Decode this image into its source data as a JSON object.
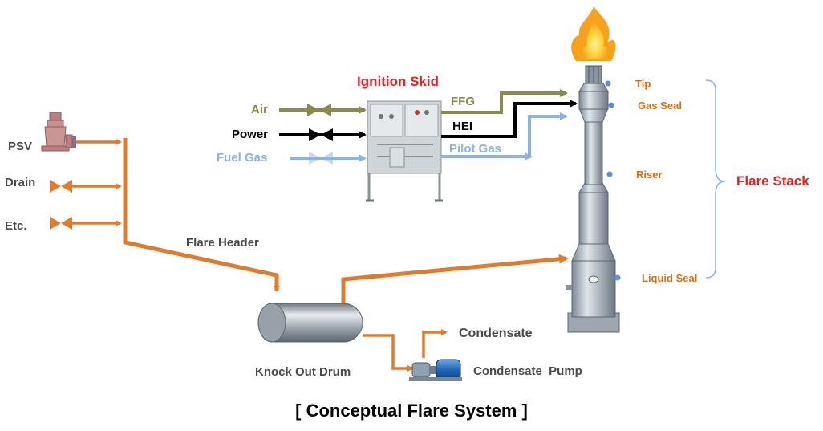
{
  "caption": "[ Conceptual Flare System ]",
  "sources": {
    "psv": "PSV",
    "drain": "Drain",
    "etc": "Etc."
  },
  "flare_header": "Flare Header",
  "knock_out_drum": "Knock Out Drum",
  "condensate": "Condensate",
  "condensate_pump": "Condensate  Pump",
  "ignition_skid": {
    "title": "Ignition Skid",
    "inputs": {
      "air": "Air",
      "power": "Power",
      "fuel_gas": "Fuel Gas"
    },
    "outputs": {
      "ffg": "FFG",
      "hei": "HEI",
      "pilot_gas": "Pilot Gas"
    }
  },
  "flare_stack": {
    "title": "Flare Stack",
    "parts": {
      "tip": "Tip",
      "gas_seal": "Gas Seal",
      "riser": "Riser",
      "liquid_seal": "Liquid Seal"
    }
  },
  "colors": {
    "flare_line": "#e07b2c",
    "air_line": "#8b8a4e",
    "power_line": "#000000",
    "fuel_line": "#8db3e2",
    "title_red": "#e52420",
    "part_label": "#e36c0a",
    "label_gray": "#4a4a4a"
  }
}
